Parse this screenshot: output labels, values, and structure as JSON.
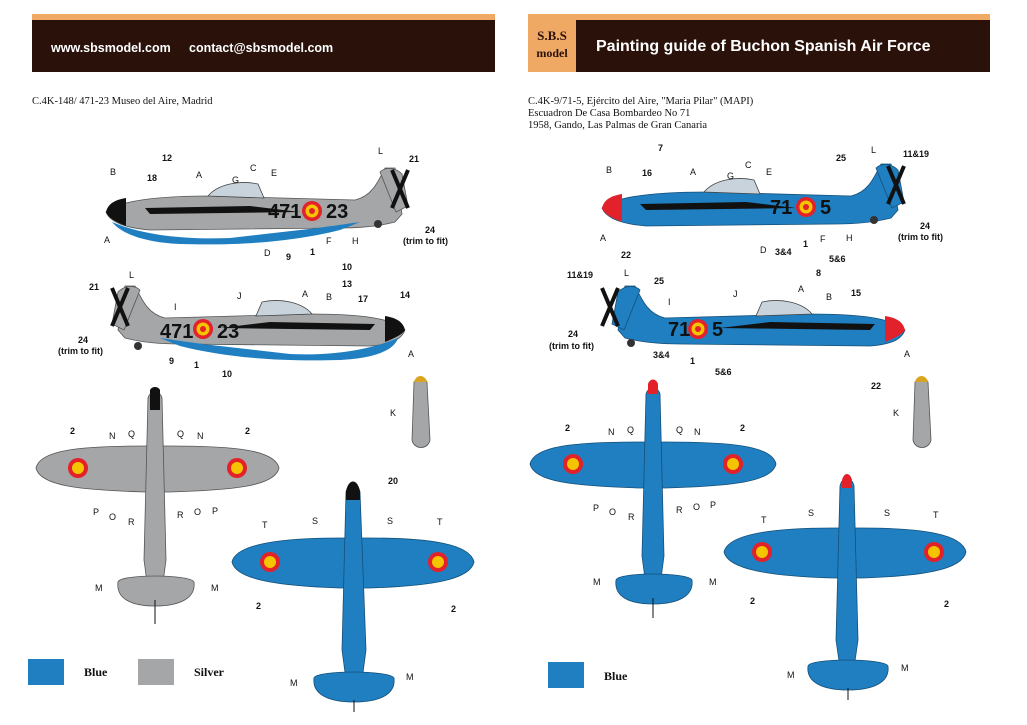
{
  "header_left": {
    "website": "www.sbsmodel.com",
    "email": "contact@sbsmodel.com"
  },
  "header_right": {
    "logo_line1": "S.B.S",
    "logo_line2": "model",
    "title": "Painting guide of Buchon Spanish Air Force"
  },
  "left_scheme": {
    "caption": "C.4K-148/ 471-23 Museo del Aire, Madrid",
    "code_prefix": "471",
    "code_suffix": "23",
    "legend": [
      {
        "label": "Blue",
        "color": "#1f7fc1"
      },
      {
        "label": "Silver",
        "color": "#a4a6a8"
      }
    ],
    "callouts_side1": [
      "12",
      "B",
      "A",
      "18",
      "C",
      "G",
      "E",
      "L",
      "21",
      "A",
      "D",
      "9",
      "1",
      "F",
      "H",
      "10",
      "24",
      "(trim to fit)"
    ],
    "callouts_side2": [
      "21",
      "L",
      "I",
      "J",
      "A",
      "B",
      "13",
      "17",
      "14",
      "24",
      "(trim to fit)",
      "9",
      "1",
      "10",
      "A"
    ],
    "callouts_underside": [
      "2",
      "N",
      "Q",
      "Q",
      "N",
      "2",
      "P",
      "O",
      "R",
      "R",
      "O",
      "P",
      "M",
      "M"
    ],
    "callouts_top": [
      "20",
      "T",
      "S",
      "S",
      "T",
      "2",
      "2",
      "M",
      "M"
    ],
    "callout_k": "K"
  },
  "right_scheme": {
    "caption_line1": "C.4K-9/71-5, Ejército del Aire, \"Maria Pilar\" (MAPI)",
    "caption_line2": "Escuadron De Casa Bombardeo No 71",
    "caption_line3": "1958, Gando, Las Palmas de Gran Canaria",
    "code_prefix": "71",
    "code_suffix": "5",
    "legend": [
      {
        "label": "Blue",
        "color": "#1f7fc1"
      }
    ],
    "callouts_side1": [
      "7",
      "B",
      "16",
      "A",
      "C",
      "G",
      "E",
      "25",
      "L",
      "11&19",
      "A",
      "22",
      "D",
      "3&4",
      "1",
      "F",
      "5&6",
      "H",
      "24",
      "(trim to fit)"
    ],
    "callouts_side2": [
      "11&19",
      "L",
      "25",
      "I",
      "J",
      "8",
      "A",
      "B",
      "15",
      "24",
      "(trim to fit)",
      "3&4",
      "1",
      "5&6",
      "A",
      "22"
    ],
    "callouts_underside": [
      "2",
      "N",
      "Q",
      "Q",
      "N",
      "2",
      "P",
      "O",
      "R",
      "R",
      "O",
      "P",
      "M",
      "M"
    ],
    "callouts_top": [
      "T",
      "S",
      "S",
      "T",
      "2",
      "2",
      "M",
      "M"
    ],
    "callout_k": "K"
  },
  "colors": {
    "blue": "#1f7fc1",
    "silver": "#a4a6a8",
    "red": "#e2212a",
    "yellow": "#f5c400",
    "black": "#111111",
    "header_bg": "#2a120b",
    "stripe": "#f0a865"
  }
}
